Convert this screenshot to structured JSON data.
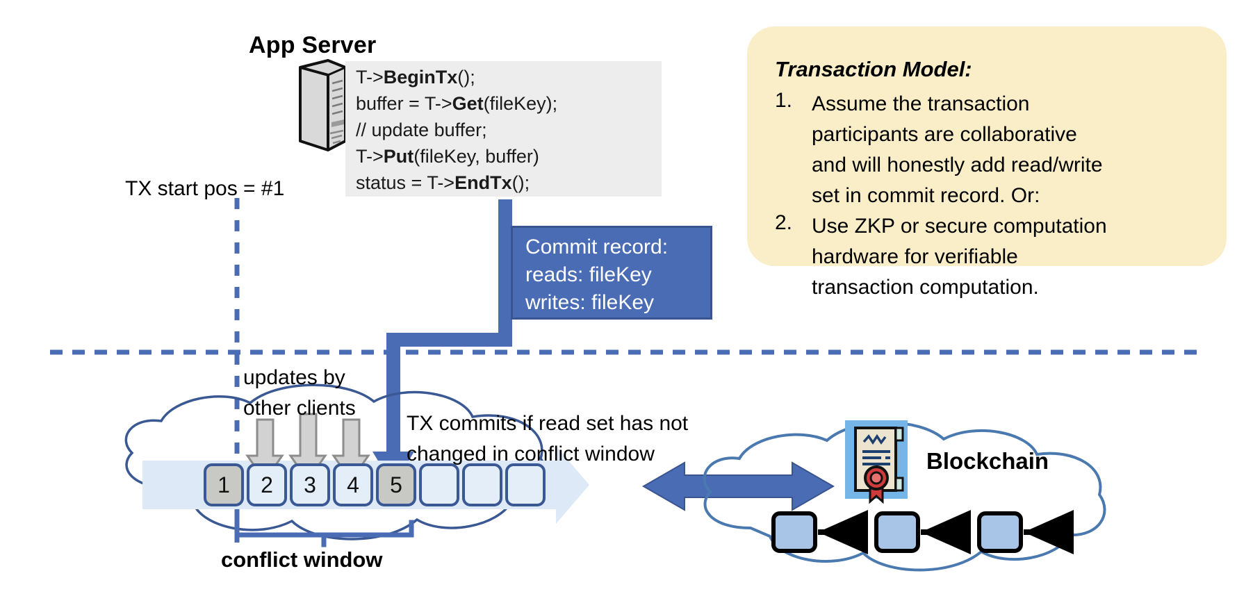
{
  "diagram": {
    "title": "Transactional storage over blockchain log"
  },
  "app_server": {
    "title": "App Server",
    "icon": "server-icon",
    "code_lines": [
      {
        "pre": "T->",
        "bold": "BeginTx",
        "post": "();"
      },
      {
        "pre": "buffer = T->",
        "bold": "Get",
        "post": "(fileKey);"
      },
      {
        "pre": "// update buffer;",
        "bold": "",
        "post": ""
      },
      {
        "pre": "T->",
        "bold": "Put",
        "post": "(fileKey, buffer)"
      },
      {
        "pre": "status = T->",
        "bold": "EndTx",
        "post": "();"
      }
    ]
  },
  "tx_start": {
    "label": "TX start pos = #1"
  },
  "commit_record": {
    "lines": [
      "Commit record:",
      "reads: fileKey",
      "writes: fileKey"
    ],
    "bg_color": "#4a6cb5",
    "text_color": "#ffffff"
  },
  "transaction_model": {
    "title": "Transaction Model:",
    "bg_color": "#faeec8",
    "items": [
      {
        "num": "1.",
        "lines": [
          "Assume the transaction",
          "participants are collaborative",
          "and will honestly add read/write",
          "set in commit record.  Or:"
        ]
      },
      {
        "num": "2.",
        "lines": [
          "Use ZKP or secure computation",
          "hardware for verifiable",
          "transaction computation."
        ]
      }
    ]
  },
  "log": {
    "updates_label": [
      "updates by",
      "other clients"
    ],
    "commit_rule_label": [
      "TX commits if read set has not",
      "changed in conflict window"
    ],
    "conflict_window_label": "conflict window",
    "cells": [
      {
        "label": "1",
        "filled": true
      },
      {
        "label": "2",
        "filled": false
      },
      {
        "label": "3",
        "filled": false
      },
      {
        "label": "4",
        "filled": false
      },
      {
        "label": "5",
        "filled": true
      },
      {
        "label": "",
        "filled": false
      },
      {
        "label": "",
        "filled": false
      },
      {
        "label": "",
        "filled": false
      }
    ]
  },
  "blockchain": {
    "label": "Blockchain",
    "icon": "certificate-icon",
    "block_count": 3
  },
  "colors": {
    "accent_blue": "#4a6cb5",
    "cloud_outline": "#3a5894",
    "log_cell_fill": "#e3eef9",
    "log_cell_filled": "#c8c8c4",
    "yellow_box": "#faeec8",
    "code_bg": "#ededed"
  }
}
